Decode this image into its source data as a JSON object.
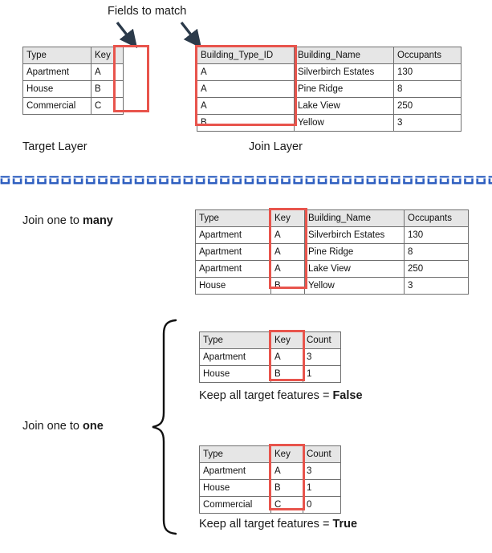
{
  "annotations": {
    "fields_to_match": "Fields to match",
    "target_layer": "Target Layer",
    "join_layer": "Join Layer",
    "join_one_to_many": {
      "prefix": "Join one to ",
      "emphasis": "many"
    },
    "join_one_to_one": {
      "prefix": "Join one to ",
      "emphasis": "one"
    },
    "keep_false": {
      "prefix": "Keep all target features = ",
      "emphasis": "False"
    },
    "keep_true": {
      "prefix": "Keep all target features = ",
      "emphasis": "True"
    }
  },
  "colors": {
    "highlight_red": "#e8544c",
    "header_gray": "#e6e6e6",
    "border_gray": "#6f6f6f",
    "arrow_navy": "#2b3a4a",
    "divider_blue": "#2f5fc0",
    "brace_black": "#111111",
    "text": "#1a1a1a"
  },
  "tables": {
    "target_layer": {
      "name": "Target Layer",
      "columns": [
        "Type",
        "Key"
      ],
      "rows": [
        [
          "Apartment",
          "A"
        ],
        [
          "House",
          "B"
        ],
        [
          "Commercial",
          "C"
        ]
      ],
      "highlighted_column": "Key"
    },
    "join_layer": {
      "name": "Join Layer",
      "columns": [
        "Building_Type_ID",
        "Building_Name",
        "Occupants"
      ],
      "rows": [
        [
          "A",
          "Silverbirch Estates",
          "130"
        ],
        [
          "A",
          "Pine Ridge",
          "8"
        ],
        [
          "A",
          "Lake View",
          "250"
        ],
        [
          "B",
          "Yellow",
          "3"
        ]
      ],
      "highlighted_column": "Building_Type_ID"
    },
    "one_to_many_result": {
      "columns": [
        "Type",
        "Key",
        "Building_Name",
        "Occupants"
      ],
      "rows": [
        [
          "Apartment",
          "A",
          "Silverbirch Estates",
          "130"
        ],
        [
          "Apartment",
          "A",
          "Pine Ridge",
          "8"
        ],
        [
          "Apartment",
          "A",
          "Lake View",
          "250"
        ],
        [
          "House",
          "B",
          "Yellow",
          "3"
        ]
      ],
      "highlighted_column": "Key"
    },
    "one_to_one_false": {
      "columns": [
        "Type",
        "Key",
        "Count"
      ],
      "rows": [
        [
          "Apartment",
          "A",
          "3"
        ],
        [
          "House",
          "B",
          "1"
        ]
      ],
      "highlighted_column": "Key"
    },
    "one_to_one_true": {
      "columns": [
        "Type",
        "Key",
        "Count"
      ],
      "rows": [
        [
          "Apartment",
          "A",
          "3"
        ],
        [
          "House",
          "B",
          "1"
        ],
        [
          "Commercial",
          "C",
          "0"
        ]
      ],
      "highlighted_column": "Key"
    }
  },
  "icons": {
    "arrow_left": "arrow-down-right-icon",
    "arrow_right": "arrow-down-left-icon",
    "brace": "curly-brace-icon",
    "divider": "dashed-divider-icon"
  }
}
